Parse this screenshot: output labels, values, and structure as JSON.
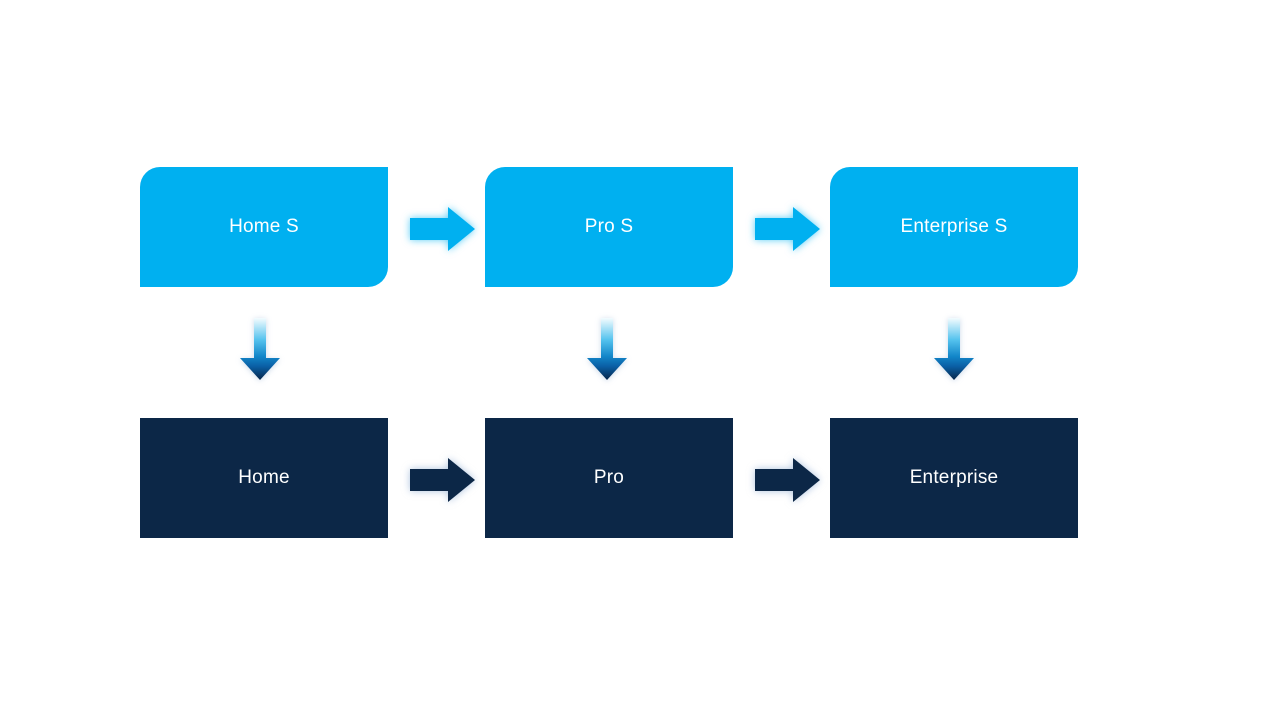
{
  "flow": {
    "top_row": [
      {
        "label": "Home S"
      },
      {
        "label": "Pro S"
      },
      {
        "label": "Enterprise S"
      }
    ],
    "bottom_row": [
      {
        "label": "Home"
      },
      {
        "label": "Pro"
      },
      {
        "label": "Enterprise"
      }
    ]
  },
  "colors": {
    "background": "#FFFFFF",
    "top_box_fill": "#00B0F0",
    "bottom_box_fill": "#0C2747",
    "label_text": "#FFFFFF",
    "right_arrow_top_fill": "#00B0F0",
    "right_arrow_bottom_fill": "#0C2747",
    "down_arrow_gradient_top": "#F4FCFE",
    "down_arrow_gradient_mid": "#55C3EE",
    "down_arrow_gradient_low": "#1286C9",
    "down_arrow_gradient_bottom": "#062549"
  }
}
